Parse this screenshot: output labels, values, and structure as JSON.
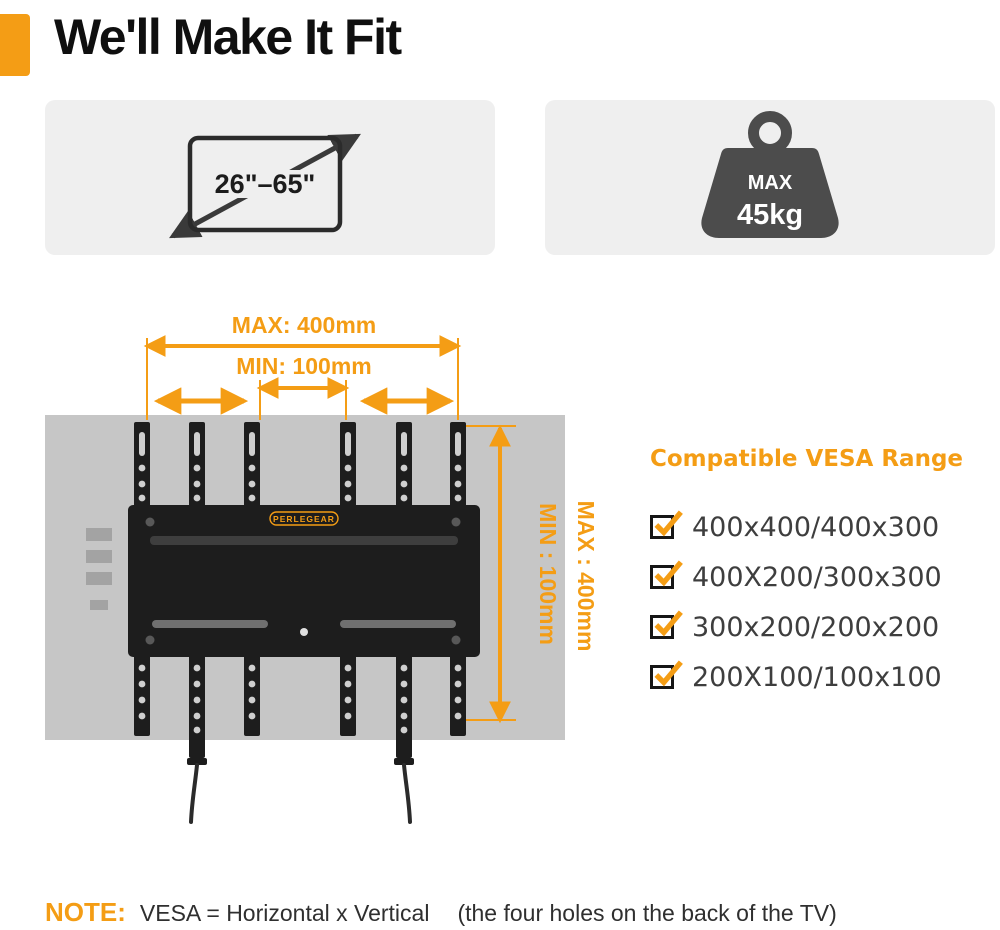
{
  "header": {
    "title": "We'll Make It Fit"
  },
  "size_panel": {
    "range": "26\"–65\""
  },
  "weight_panel": {
    "max_label": "MAX",
    "weight": "45kg"
  },
  "diagram": {
    "width_max": "MAX: 400mm",
    "width_min": "MIN: 100mm",
    "height_min": "MIN : 100mm",
    "height_max": "MAX : 400mm",
    "brand": "PERLEGEAR"
  },
  "vesa": {
    "heading": "Compatible VESA Range",
    "items": [
      "400x400/400x300",
      "400X200/300x300",
      "300x200/200x200",
      "200X100/100x100"
    ]
  },
  "note": {
    "label": "NOTE:",
    "definition": "VESA = Horizontal x Vertical",
    "hint": "(the four holes on the back of the TV)"
  },
  "colors": {
    "accent": "#F49D15",
    "panel_bg": "#EFEFEF",
    "tv_gray": "#C6C6C6",
    "mount_black": "#1D1D1D",
    "weight_gray": "#4C4C4C"
  }
}
